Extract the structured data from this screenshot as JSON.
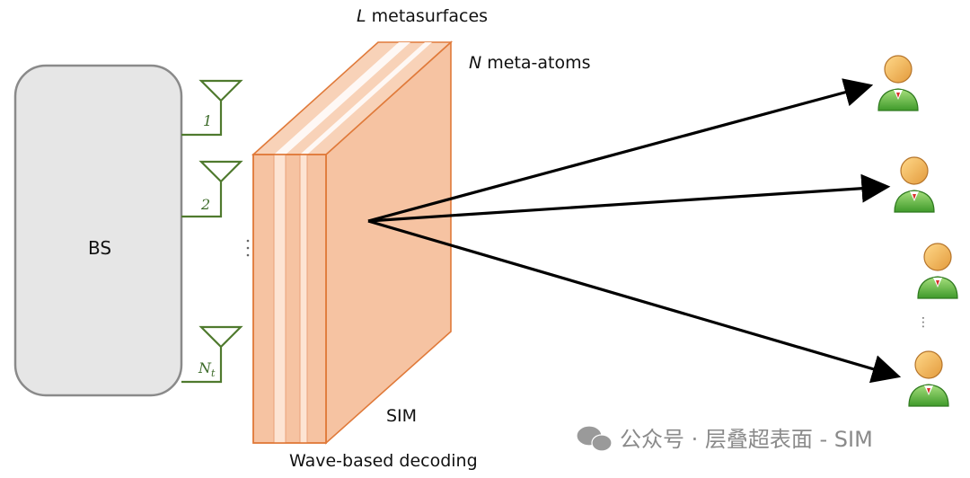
{
  "bs": {
    "label": "BS"
  },
  "antennas": [
    {
      "index": "1"
    },
    {
      "index": "2"
    },
    {
      "index": "N",
      "subscript": "t"
    }
  ],
  "sim": {
    "top_label_var": "L",
    "top_label_text": " metasurfaces",
    "atoms_label_var": "N",
    "atoms_label_text": " meta-atoms",
    "name": "SIM",
    "bottom_label": "Wave-based decoding"
  },
  "users": {
    "ellipsis": "⋮"
  },
  "watermark": {
    "text": "公众号 · 层叠超表面 - SIM",
    "icon": "wechat-icon"
  },
  "colors": {
    "antenna_green": "#4f7a2e",
    "sim_fill": "#f6c3a2",
    "sim_edge": "#e07a3a",
    "user_body": "#6cc24a",
    "user_head": "#f2b25c"
  }
}
